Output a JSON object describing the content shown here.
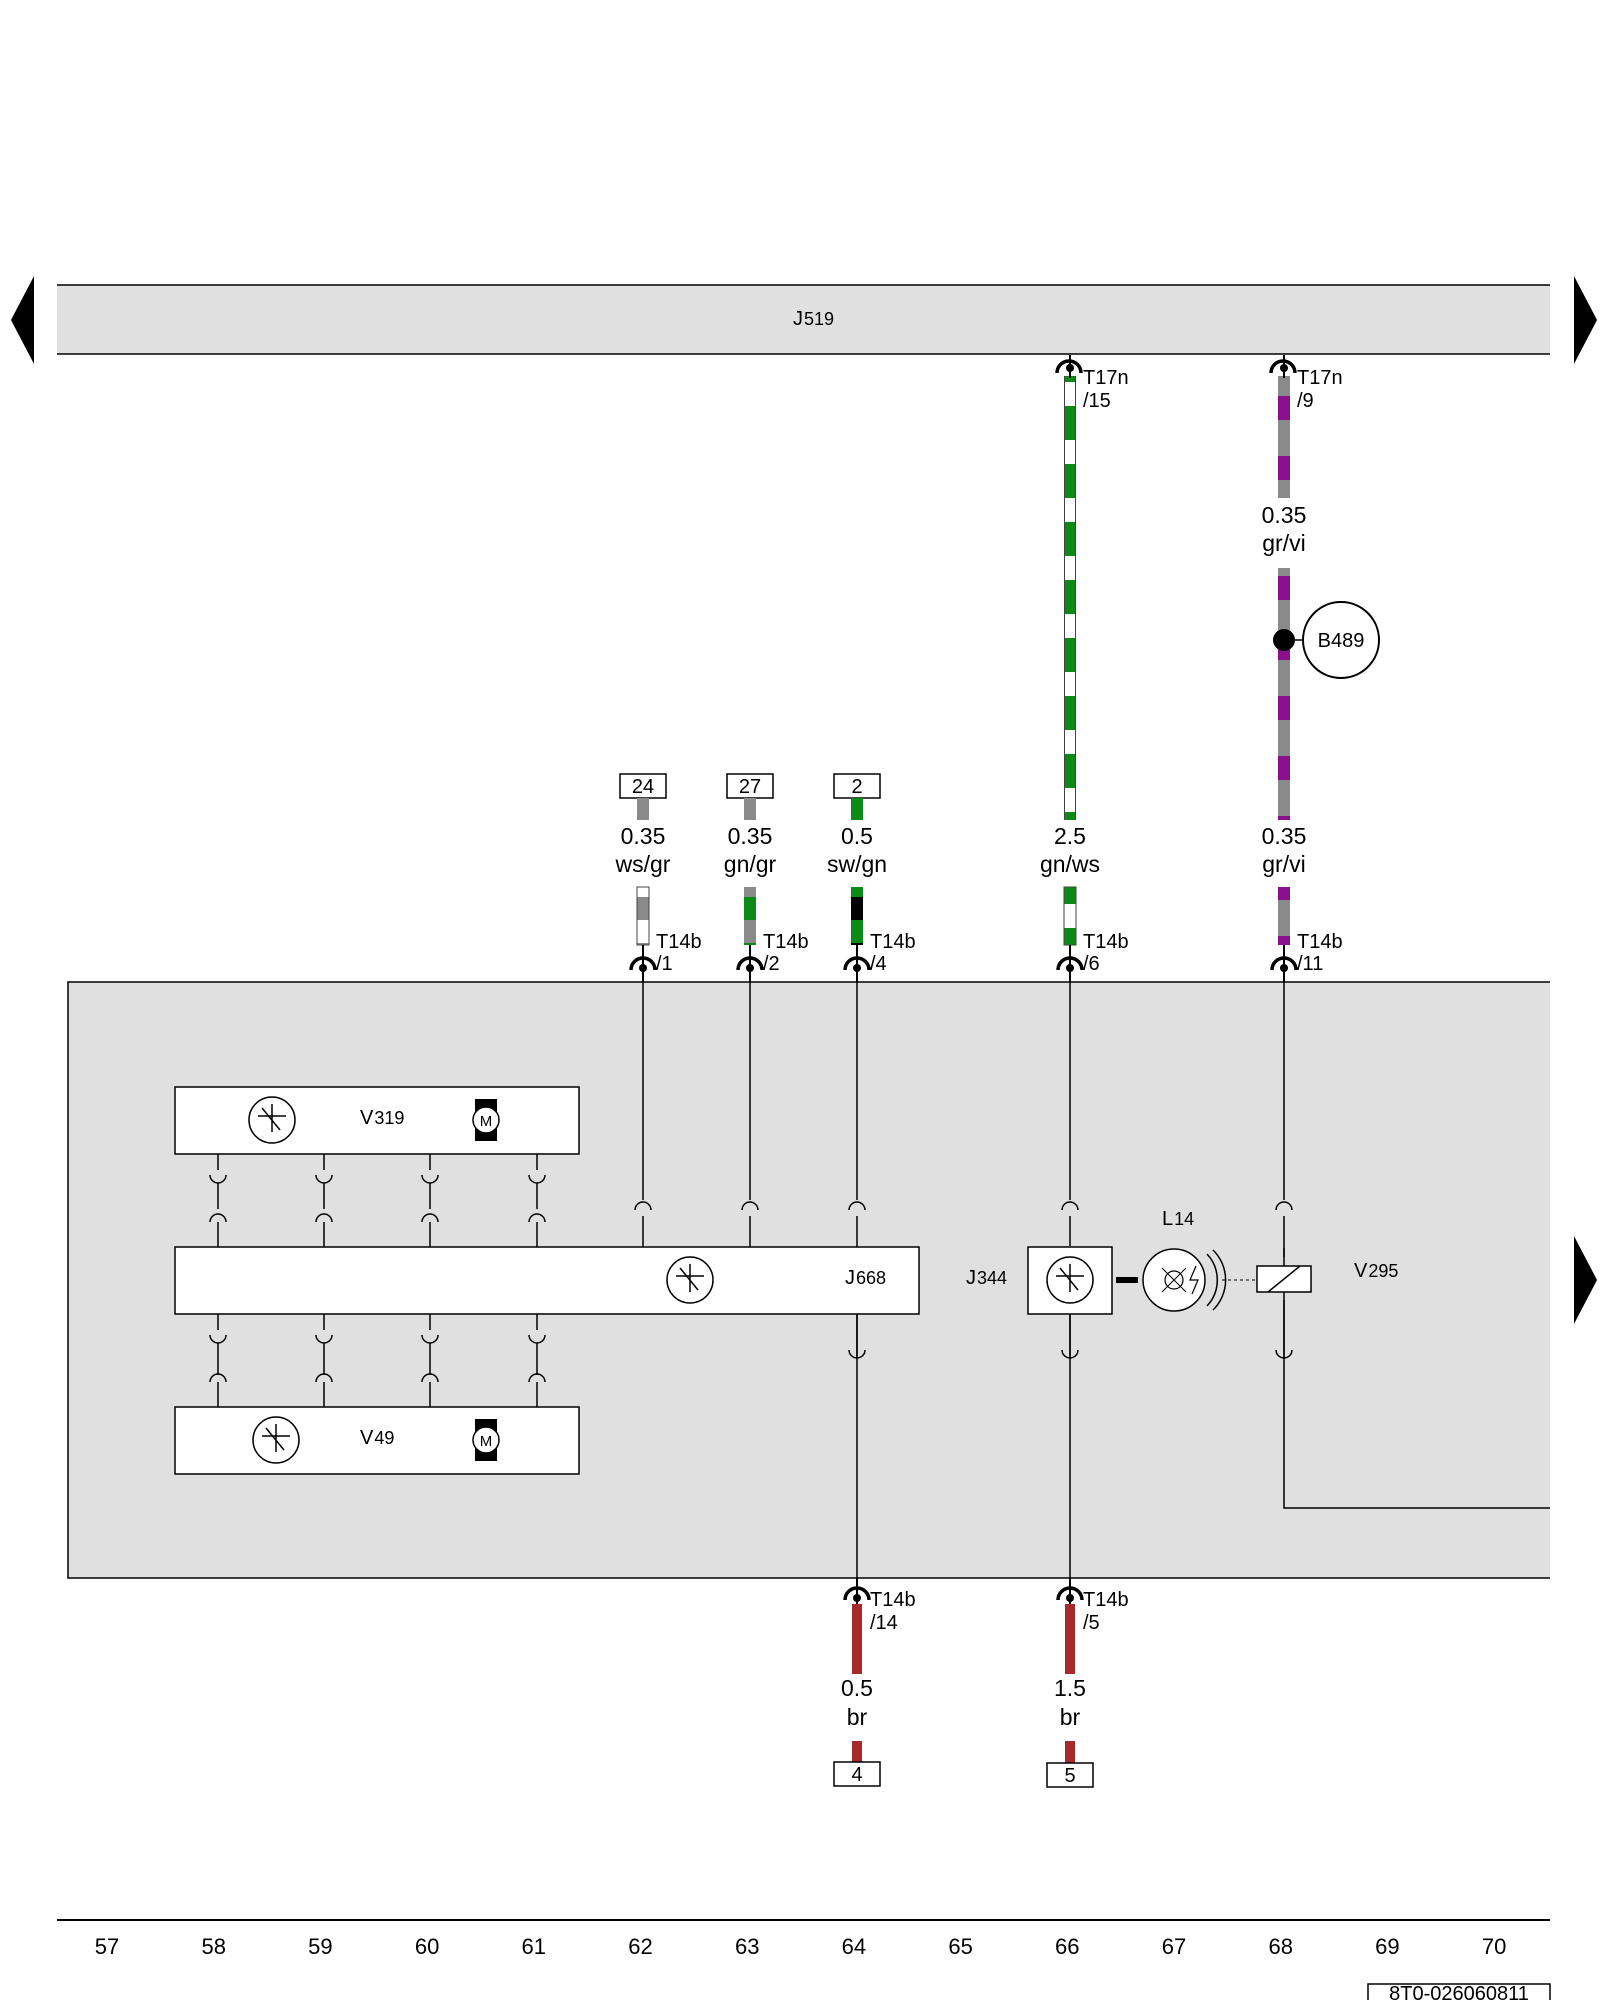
{
  "modules": {
    "top_module": {
      "name": "J",
      "sub": "519"
    },
    "bottom_module": {
      "name": "J",
      "sub": "668"
    },
    "motor_upper": {
      "name": "V",
      "sub": "319"
    },
    "motor_lower": {
      "name": "V",
      "sub": "49"
    },
    "control_unit": {
      "name": "J",
      "sub": "344"
    },
    "lamp": {
      "name": "L",
      "sub": "14"
    },
    "valve": {
      "name": "V",
      "sub": "295"
    },
    "splice": {
      "name": "B489"
    }
  },
  "motor_symbol": "M",
  "wires": [
    {
      "id": "w62",
      "box": "24",
      "size": "0.35",
      "color": "ws/gr",
      "conn": "T14b",
      "pin": "/1",
      "colors": [
        "#ffffff",
        "#8a8a8a"
      ]
    },
    {
      "id": "w63",
      "box": "27",
      "size": "0.35",
      "color": "gn/gr",
      "conn": "T14b",
      "pin": "/2",
      "colors": [
        "#0c8a17",
        "#8a8a8a"
      ]
    },
    {
      "id": "w64",
      "box": "2",
      "size": "0.5",
      "color": "sw/gn",
      "conn": "T14b",
      "pin": "/4",
      "colors": [
        "#000000",
        "#0c8a17"
      ]
    },
    {
      "id": "w66",
      "top_conn": "T17n",
      "top_pin": "/15",
      "size": "2.5",
      "color": "gn/ws",
      "conn": "T14b",
      "pin": "/6",
      "colors": [
        "#0c8a17",
        "#ffffff"
      ]
    },
    {
      "id": "w68",
      "top_conn": "T17n",
      "top_pin": "/9",
      "size_top": "0.35",
      "color_top": "gr/vi",
      "size": "0.35",
      "color": "gr/vi",
      "conn": "T14b",
      "pin": "/11",
      "colors": [
        "#8a8a8a",
        "#8a0f8c"
      ]
    }
  ],
  "ground_wires": [
    {
      "id": "g64",
      "conn": "T14b",
      "pin": "/14",
      "size": "0.5",
      "color": "br",
      "box": "4",
      "wire_color": "#a52a2a"
    },
    {
      "id": "g66",
      "conn": "T14b",
      "pin": "/5",
      "size": "1.5",
      "color": "br",
      "box": "5",
      "wire_color": "#a52a2a"
    }
  ],
  "columns": [
    "57",
    "58",
    "59",
    "60",
    "61",
    "62",
    "63",
    "64",
    "65",
    "66",
    "67",
    "68",
    "69",
    "70"
  ],
  "doc_id": "8T0-026060811",
  "colors": {
    "module_fill": "#e0e0e0",
    "green": "#0c8a17",
    "gray": "#8a8a8a",
    "violet": "#8a0f8c",
    "brown": "#a52a2a"
  }
}
